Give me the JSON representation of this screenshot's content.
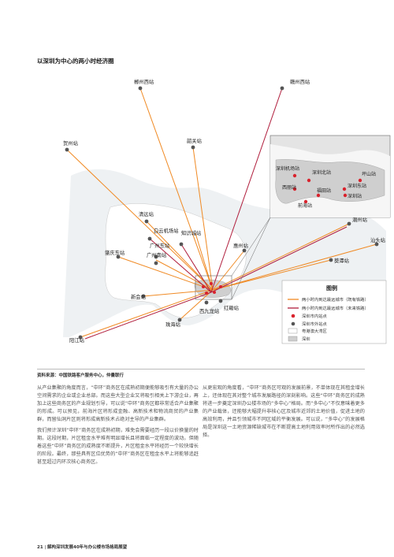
{
  "page_title": "以深圳为中心的两小时经济圈",
  "map": {
    "cities": [
      {
        "id": "chenzhou",
        "label": "郴州西站"
      },
      {
        "id": "ganzhou",
        "label": "赣州西站"
      },
      {
        "id": "hezhou",
        "label": "贺州站"
      },
      {
        "id": "shaoguan",
        "label": "韶关站"
      },
      {
        "id": "qingyuan",
        "label": "清远站"
      },
      {
        "id": "baiyun",
        "label": "白云机场站"
      },
      {
        "id": "zhishicheng",
        "label": "知识城站"
      },
      {
        "id": "zhaoqing",
        "label": "肇庆东站"
      },
      {
        "id": "gzdong",
        "label": "广州东站"
      },
      {
        "id": "gznan",
        "label": "广州南站"
      },
      {
        "id": "huizhou",
        "label": "惠州站"
      },
      {
        "id": "chaozhou",
        "label": "潮州站"
      },
      {
        "id": "shantou",
        "label": "汕头站"
      },
      {
        "id": "jieyang",
        "label": "葵潭站"
      },
      {
        "id": "xinhui",
        "label": "新会站"
      },
      {
        "id": "xijiulong",
        "label": "西九龙站"
      },
      {
        "id": "hongkan",
        "label": "红磡站"
      },
      {
        "id": "zhuhai",
        "label": "珠海站"
      },
      {
        "id": "yangjiang",
        "label": "阳江站"
      }
    ],
    "inset": {
      "title": "图例",
      "stations": [
        {
          "id": "szairport",
          "label": "深圳机场站"
        },
        {
          "id": "szbei",
          "label": "深圳北站"
        },
        {
          "id": "pingshan",
          "label": "坪山站"
        },
        {
          "id": "xili",
          "label": "西丽站"
        },
        {
          "id": "szdong",
          "label": "深圳东站"
        },
        {
          "id": "futian",
          "label": "福田站"
        },
        {
          "id": "shenzhen",
          "label": "深圳站"
        },
        {
          "id": "qianhai",
          "label": "前海站"
        }
      ]
    },
    "legend": {
      "title": "图例",
      "items": [
        {
          "label": "两小时内到达最远城市（既有铁路）",
          "color": "#f08a24"
        },
        {
          "label": "两小时内到达最远城市（未来铁路）",
          "color": "#b01d3c"
        },
        {
          "label": "深圳市内站点",
          "color": "#d9232d"
        },
        {
          "label": "深圳市外站点",
          "color": "#555555"
        },
        {
          "label": "粤港澳大湾区",
          "color": "#ffffff"
        },
        {
          "label": "深圳",
          "color": "#cfcfcf"
        }
      ]
    }
  },
  "source_line": "资料来源：中国铁路客户服务中心，仲量联行",
  "body": {
    "left": [
      "从产业集聚的角度而言，“中环”商务区在成熟初期便能够吸引有大量的办公空间需求的企业或企业总部。而这些大型企业又将吸引相关上下游企业，再加上这些商务区的产业规划引导，可以说“中环”商务区都非常适合产业集聚的形成。可以预见，前海片区将形成金融、高新技术和物流商贸的产业集群，而留仙洞片区则将形成高新技术占绝对主导的产业集群。",
      "我们预计深圳“中环”商务区在成熟初期，难免会需要经历一段以价换量的时期。这段时期，片区租金水平难有明显增长且将面临一定程度的波动。但随着这些“中环”商务区的成熟度不断提升，片区租金水平将经历一个较快增长的阶段。最终，那些具有区位优势的“中环”商务区在租金水平上将能够追赶甚至超过内环次核心商务区。"
    ],
    "right": [
      "从更宏观的角度看，“中环”商务区可观的发展前景，不单体现在其租金增长上，还体现在其对整个城市发展路径的深刻影响。这些“中环”商务区的成熟将进一步奠定深圳办公楼市场的“多中心”格局。而“多中心”不仅意味着更多的产业载体，还能够大幅提升非核心区及城市近郊的土地价值，促进土地的高效利用，并且引领城市不同区域的平衡发展。可以说，“多中心”的发展格局是深圳这一土地资源稀缺城市在不断提高土地利用效率时所作出的必然选择。"
    ]
  },
  "footer": {
    "page_number": "21",
    "title": "解构深圳发展40年与办公楼市场格局展望"
  }
}
